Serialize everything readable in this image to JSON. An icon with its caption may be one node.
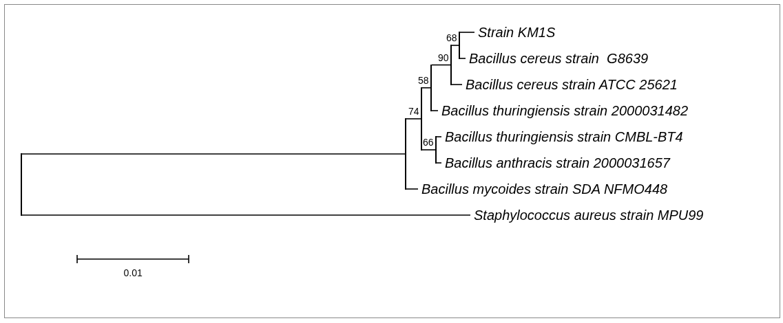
{
  "diagram": {
    "nodes": [
      {
        "text": [],
        "shape": "point"
      },
      {
        "text": [],
        "shape": "point"
      },
      {
        "text": [],
        "shape": "point",
        "beside": [
          "74"
        ]
      },
      {
        "text": [],
        "shape": "point",
        "beside": [
          "58"
        ]
      },
      {
        "text": [],
        "shape": "point",
        "beside": [
          "90"
        ]
      },
      {
        "text": [],
        "shape": "point",
        "beside": [
          "68"
        ]
      },
      {
        "text": [
          "Strain KM1S"
        ]
      },
      {
        "text": [
          "Bacillus cereus strain  G8639"
        ]
      },
      {
        "text": [
          "Bacillus cereus strain ATCC 25621"
        ]
      },
      {
        "text": [
          "Bacillus thuringiensis strain 2000031482"
        ]
      },
      {
        "text": [],
        "shape": "point",
        "beside": [
          "66"
        ]
      },
      {
        "text": [
          "Bacillus thuringiensis strain CMBL-BT4"
        ]
      },
      {
        "text": [
          "Bacillus anthracis strain 2000031657"
        ]
      },
      {
        "text": [
          "Bacillus mycoides strain SDA NFMO448"
        ]
      },
      {
        "text": [
          "Staphylococcus aureus strain MPU99"
        ]
      }
    ],
    "edges": [
      {
        "from": 0,
        "to": 1,
        "arrow": "none"
      },
      {
        "from": 0,
        "to": 14,
        "arrow": "none"
      },
      {
        "from": 1,
        "to": 2,
        "arrow": "none"
      },
      {
        "from": 1,
        "to": 13,
        "arrow": "none"
      },
      {
        "from": 2,
        "to": 3,
        "arrow": "none"
      },
      {
        "from": 2,
        "to": 10,
        "arrow": "none"
      },
      {
        "from": 3,
        "to": 4,
        "arrow": "none"
      },
      {
        "from": 3,
        "to": 9,
        "arrow": "none"
      },
      {
        "from": 4,
        "to": 5,
        "arrow": "none"
      },
      {
        "from": 4,
        "to": 8,
        "arrow": "none"
      },
      {
        "from": 5,
        "to": 6,
        "arrow": "none"
      },
      {
        "from": 5,
        "to": 7,
        "arrow": "none"
      },
      {
        "from": 10,
        "to": 11,
        "arrow": "none"
      },
      {
        "from": 10,
        "to": 12,
        "arrow": "none"
      }
    ],
    "labels": [
      "0.01"
    ]
  }
}
